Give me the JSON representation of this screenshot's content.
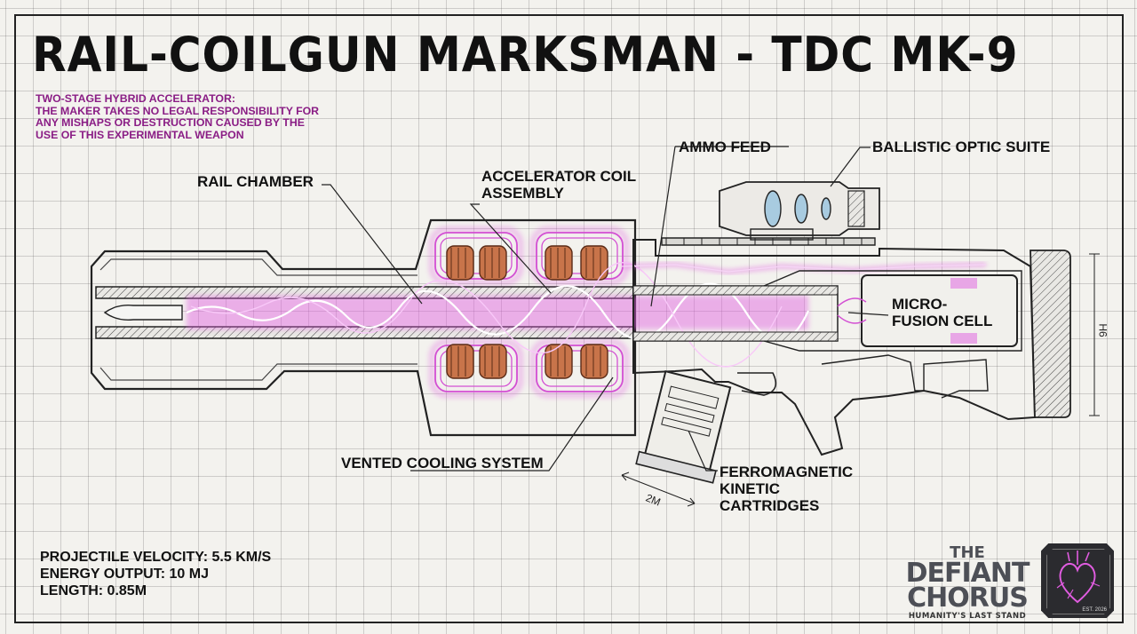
{
  "title": "RAIL-COILGUN MARKSMAN - TDC MK-9",
  "disclaimer": {
    "line1": "TWO-STAGE HYBRID ACCELERATOR:",
    "line2": "THE MAKER TAKES NO LEGAL RESPONSIBILITY FOR",
    "line3": "ANY MISHAPS OR DESTRUCTION CAUSED BY THE",
    "line4": "USE OF THIS EXPERIMENTAL WEAPON"
  },
  "callouts": {
    "rail_chamber": "RAIL CHAMBER",
    "accelerator_coil_1": "ACCELERATOR COIL",
    "accelerator_coil_2": "ASSEMBLY",
    "ammo_feed": "AMMO FEED",
    "optic": "BALLISTIC OPTIC SUITE",
    "fusion_1": "MICRO-",
    "fusion_2": "FUSION CELL",
    "cooling": "VENTED COOLING SYSTEM",
    "cartridges_1": "FERROMAGNETIC",
    "cartridges_2": "KINETIC",
    "cartridges_3": "CARTRIDGES"
  },
  "dimensions": {
    "magazine": "2M",
    "stock_height": "H6"
  },
  "specs": {
    "velocity": "PROJECTILE VELOCITY: 5.5 KM/S",
    "energy": "ENERGY OUTPUT: 10 MJ",
    "length": "LENGTH: 0.85M"
  },
  "logo": {
    "line1": "THE",
    "line2": "DEFIANT",
    "line3": "CHORUS",
    "tagline": "HUMANITY'S LAST STAND",
    "est": "EST. 2026"
  },
  "colors": {
    "plasma": "#e05ce0",
    "disclaimer": "#8a1d85",
    "ink": "#111111",
    "coil": "#c8744a"
  }
}
